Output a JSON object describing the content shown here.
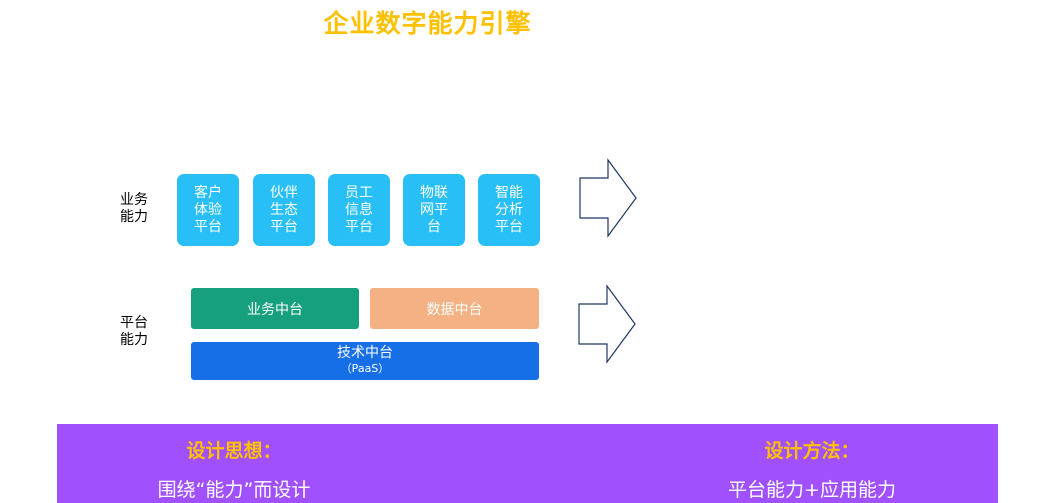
{
  "title": "企业数字能力引擎",
  "colors": {
    "title": "#ffc000",
    "business_box": "#27bff5",
    "business_platform": "#16a07e",
    "data_platform": "#f4b183",
    "tech_platform": "#176fe8",
    "arrow_stroke": "#1f3864",
    "band": "#a050fc",
    "design_title": "#ffc000"
  },
  "rows": {
    "business": {
      "label_line1": "业务",
      "label_line2": "能力"
    },
    "platform": {
      "label_line1": "平台",
      "label_line2": "能力"
    }
  },
  "business_boxes": [
    {
      "label": "客户体验平台"
    },
    {
      "label": "伙伴生态平台"
    },
    {
      "label": "员工信息平台"
    },
    {
      "label": "物联网平台"
    },
    {
      "label": "智能分析平台"
    }
  ],
  "platforms": {
    "business_middle": "业务中台",
    "data_middle": "数据中台",
    "tech_middle": "技术中台",
    "tech_middle_sub": "（PaaS）"
  },
  "design": {
    "thinking_title": "设计思想：",
    "thinking_text": "围绕“能力”而设计",
    "method_title": "设计方法：",
    "method_text": "平台能力+应用能力"
  }
}
